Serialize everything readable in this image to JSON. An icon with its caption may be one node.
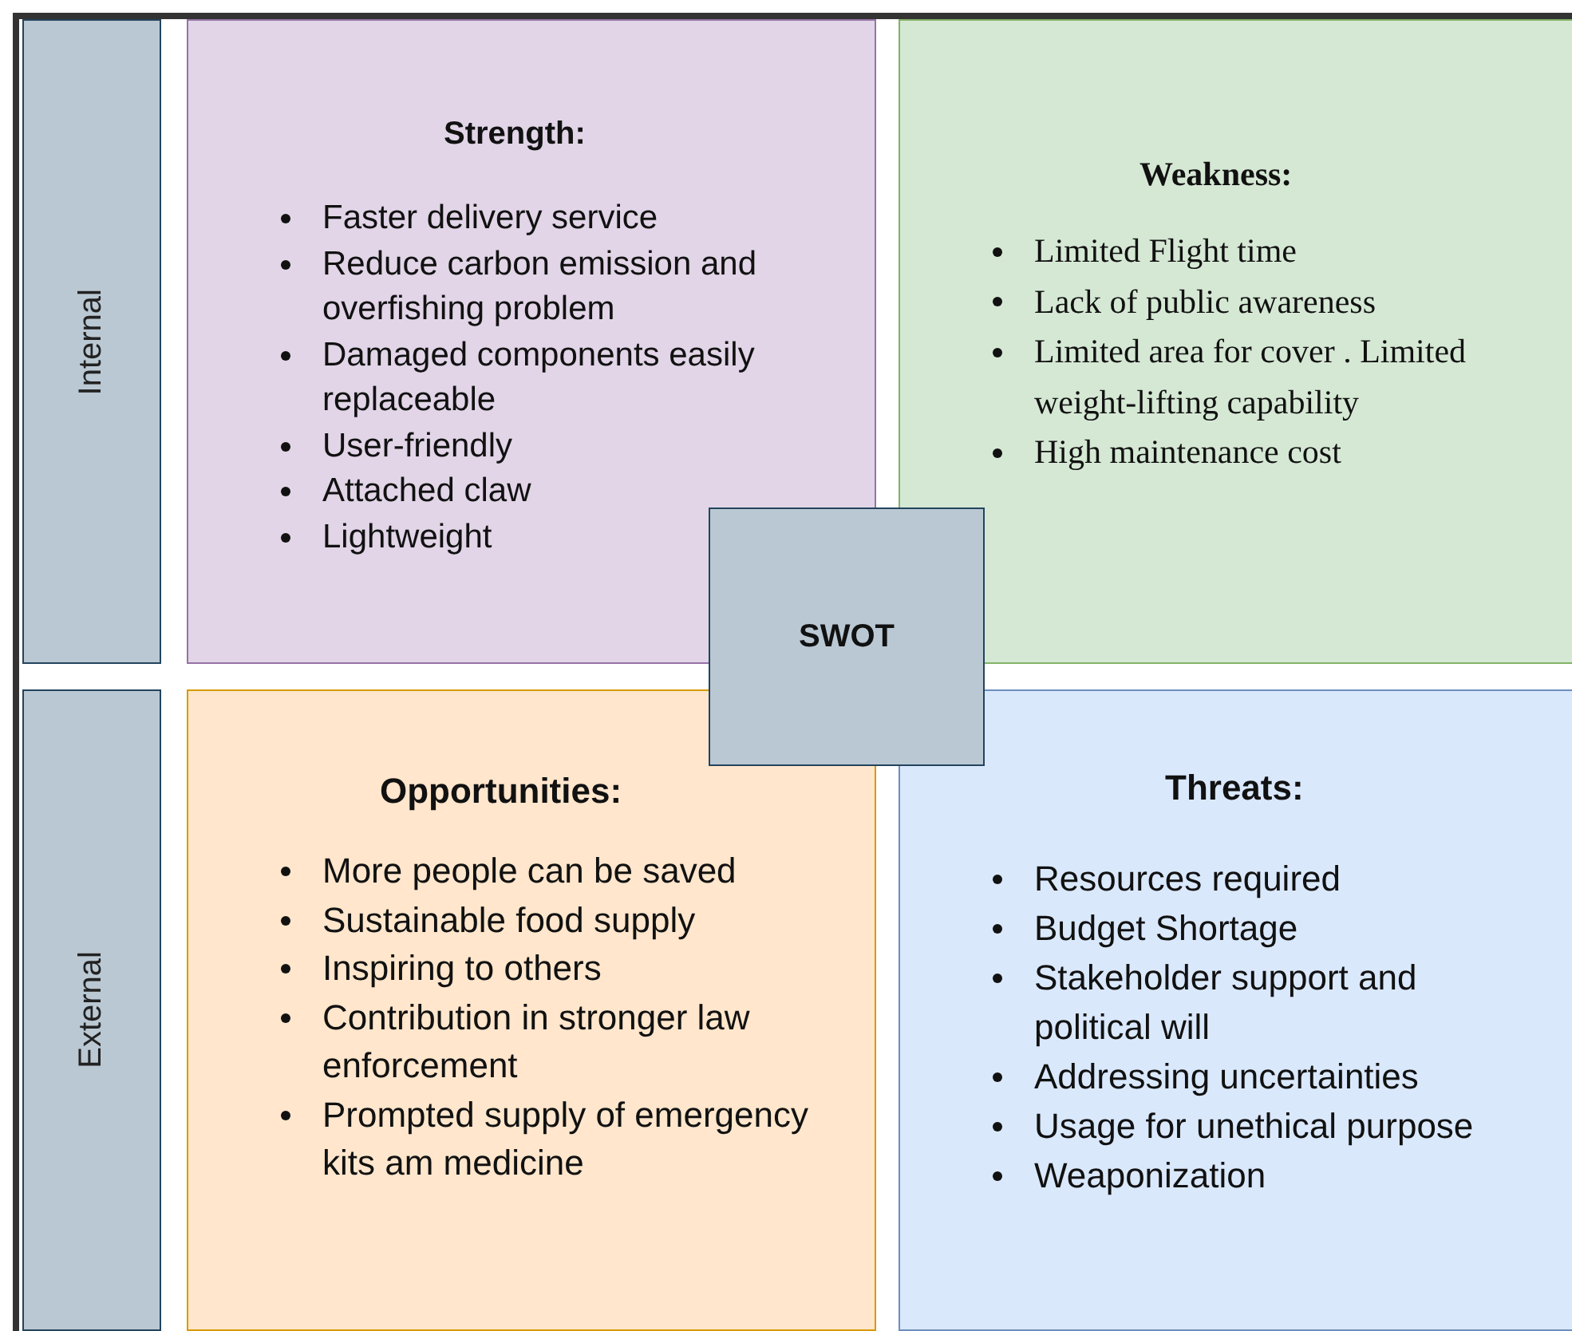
{
  "diagram": {
    "nodes": [
      {
        "text": [
          "Internal"
        ]
      },
      {
        "text": [
          "Strength:",
          "Faster delivery service",
          "Reduce carbon emission and overfishing problem",
          "Damaged components easily replaceable",
          "User-friendly",
          "Attached claw",
          "Lightweight"
        ]
      },
      {
        "text": [
          "Weakness:",
          "Limited Flight time",
          "Lack of public awareness",
          "Limited area for cover . Limited weight-lifting capability",
          "High maintenance cost"
        ]
      },
      {
        "text": [
          "SWOT"
        ]
      },
      {
        "text": [
          "External"
        ]
      },
      {
        "text": [
          "Opportunities:",
          "More people can be saved",
          "Sustainable food supply",
          "Inspiring to others",
          "Contribution in stronger law enforcement",
          "Prompted supply of emergency kits am medicine"
        ]
      },
      {
        "text": [
          "Threats:",
          "Resources required",
          "Budget Shortage",
          "Stakeholder support and political will",
          "Addressing uncertainties",
          "Usage for unethical purpose",
          "Weaponization"
        ]
      }
    ]
  }
}
